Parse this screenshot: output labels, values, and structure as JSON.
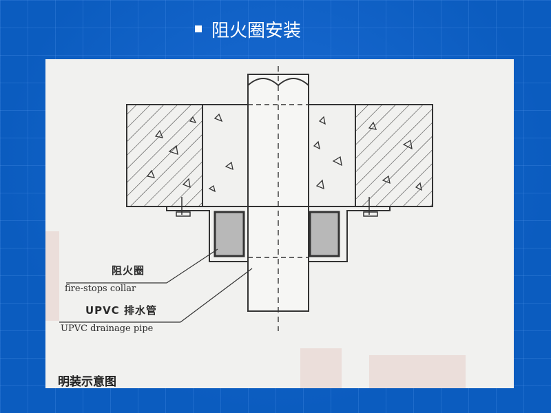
{
  "slide": {
    "title": "阻火圈安装"
  },
  "figure": {
    "collar_label_zh": "阻火圈",
    "collar_label_en": "fire-stops collar",
    "pipe_label_zh": "UPVC 排水管",
    "pipe_label_en": "UPVC drainage pipe",
    "caption": "明装示意图"
  },
  "colors": {
    "background": "#0b5cbf",
    "figure_paper": "#f1f1ef",
    "line": "#3a3a3a",
    "collar_fill": "#b8b8b8"
  }
}
